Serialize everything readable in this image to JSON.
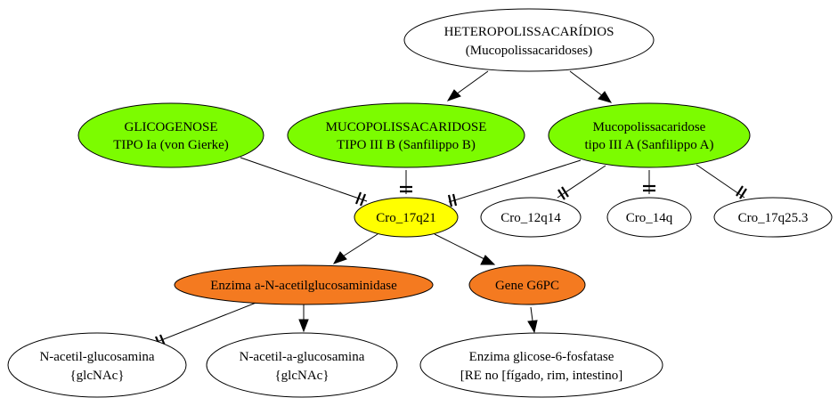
{
  "colors": {
    "green": "#7cfc00",
    "yellow": "#ffff00",
    "orange": "#f47a20",
    "white": "#ffffff",
    "stroke": "#000000"
  },
  "nodes": {
    "hetero": {
      "line1": "HETEROPOLISSACARÍDIOS",
      "line2": "(Mucopolissacaridoses)"
    },
    "glicogenose": {
      "line1": "GLICOGENOSE",
      "line2": "TIPO Ia (von Gierke)"
    },
    "muco_b": {
      "line1": "MUCOPOLISSACARIDOSE",
      "line2": "TIPO III B (Sanfilippo B)"
    },
    "muco_a": {
      "line1": "Mucopolissacaridose",
      "line2": "tipo III A (Sanfilippo A)"
    },
    "cro17q21": {
      "line1": "Cro_17q21"
    },
    "cro12q14": {
      "line1": "Cro_12q14"
    },
    "cro14q": {
      "line1": "Cro_14q"
    },
    "cro17q253": {
      "line1": "Cro_17q25.3"
    },
    "enzima_naglu": {
      "line1": "Enzima a-N-acetilglucosaminidase"
    },
    "gene_g6pc": {
      "line1": "Gene G6PC"
    },
    "glcnac1": {
      "line1": "N-acetil-glucosamina",
      "line2": "{glcNAc}"
    },
    "glcnac2": {
      "line1": "N-acetil-a-glucosamina",
      "line2": "{glcNAc}"
    },
    "g6pase": {
      "line1": "Enzima glicose-6-fosfatase",
      "line2": "[RE no [fígado, rim, intestino]"
    }
  }
}
